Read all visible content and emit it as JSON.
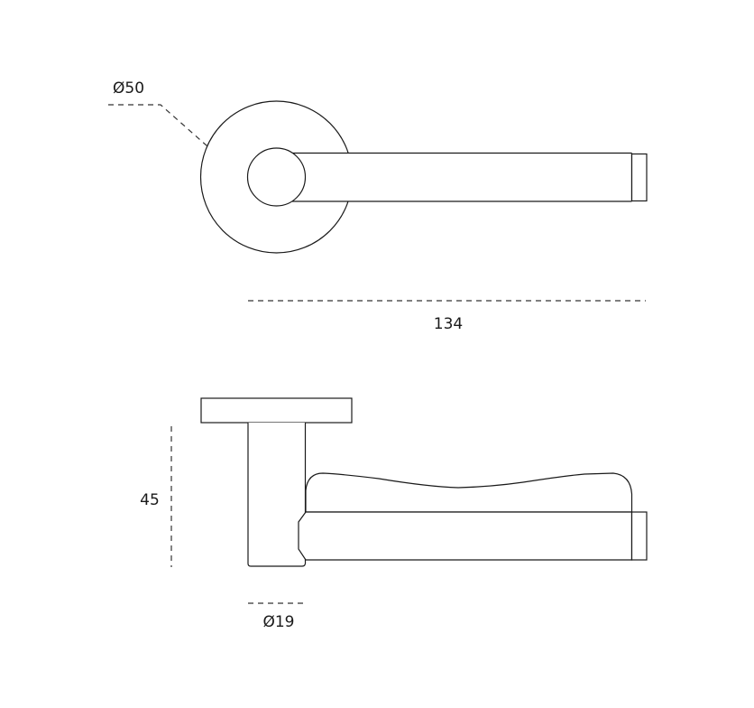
{
  "drawing": {
    "dimensions": {
      "rose_diameter": "Ø50",
      "handle_length": "134",
      "projection": "45",
      "spindle_diameter": "Ø19"
    },
    "line_color": "#1a1a1a",
    "background": "#ffffff"
  }
}
